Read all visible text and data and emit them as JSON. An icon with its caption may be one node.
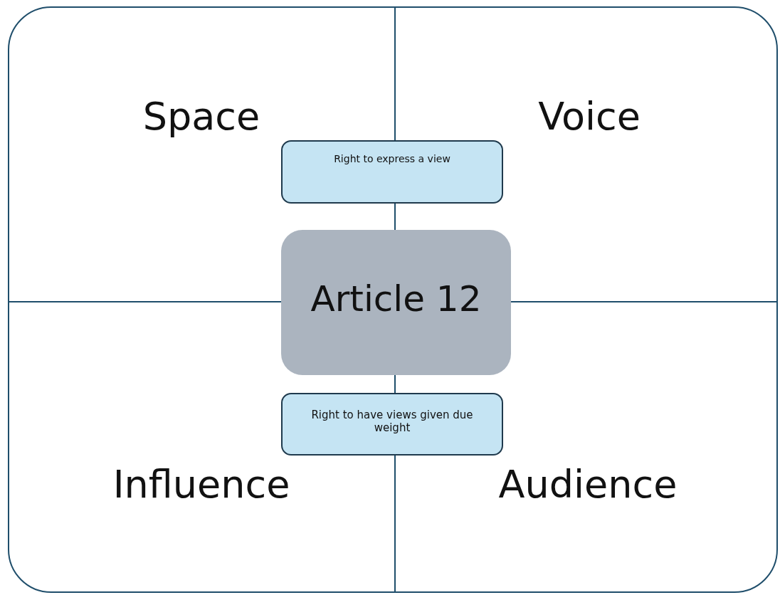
{
  "diagram": {
    "nodes": [
      {
        "text": [
          "Right to express a view"
        ]
      },
      {
        "text": [
          "Article 12"
        ]
      },
      {
        "text": [
          "Right to have views given due weight"
        ]
      }
    ],
    "labels": [
      "Space",
      "Voice",
      "Influence",
      "Audience"
    ]
  }
}
